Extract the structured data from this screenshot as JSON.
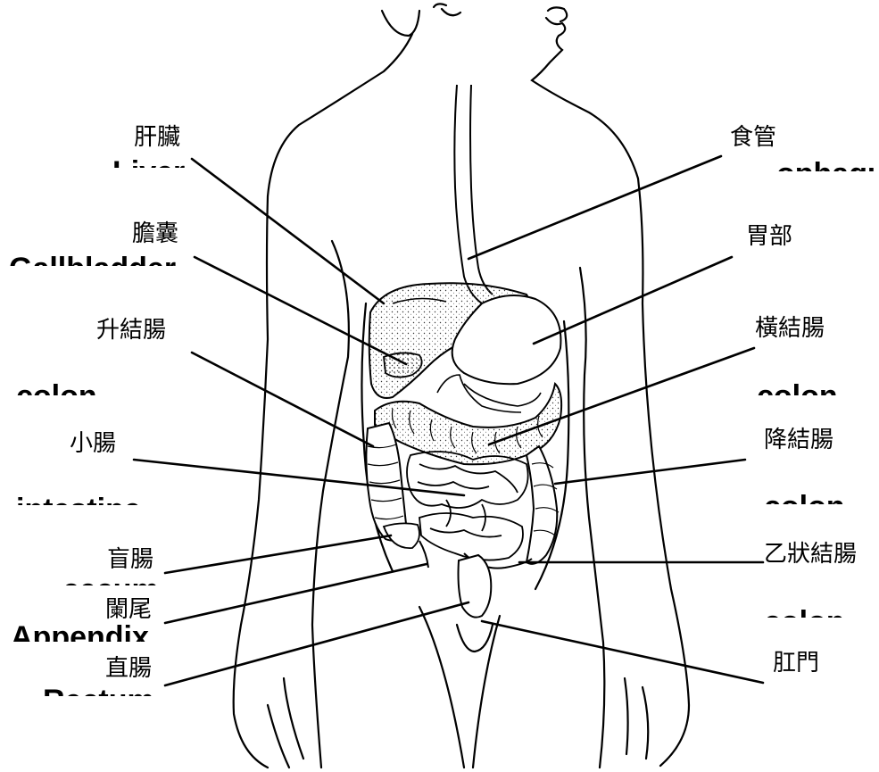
{
  "diagram": {
    "labels": {
      "liver": "肝臟",
      "gallbladder": "膽囊",
      "ascending_colon": "升結腸",
      "small_intestine": "小腸",
      "cecum": "盲腸",
      "appendix": "闌尾",
      "rectum": "直腸",
      "esophagus": "食管",
      "stomach": "胃部",
      "transverse_colon": "橫結腸",
      "descending_colon": "降結腸",
      "sigmoid_colon": "乙狀結腸",
      "anus": "肛門"
    },
    "residual_english": {
      "liver": "Liver",
      "gallbladder": "Gallbladder",
      "ascending_colon": "colon",
      "small_intestine": "intestine",
      "cecum": "cecum",
      "appendix": "Appendix",
      "rectum": "Rectum",
      "esophagus": "ophagus",
      "transverse_colon": "colon",
      "descending_colon": "colon",
      "sigmoid_colon": "colon"
    }
  }
}
